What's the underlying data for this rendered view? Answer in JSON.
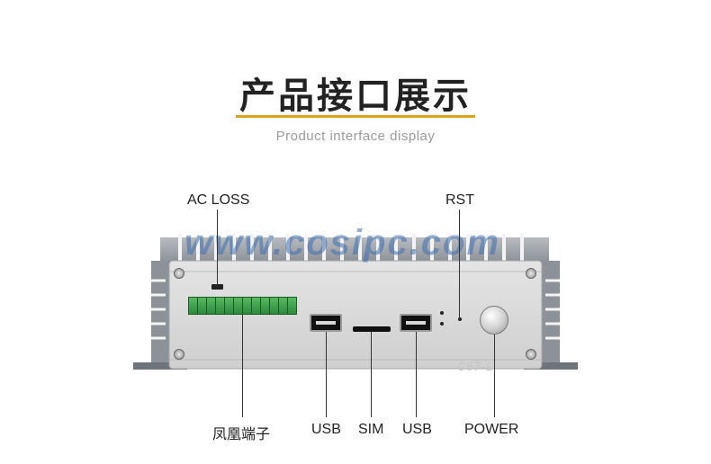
{
  "header": {
    "title": "产品接口展示",
    "subtitle": "Product interface display"
  },
  "watermark": "www.cosipc.com",
  "device": {
    "model_mark": "C57-L"
  },
  "labels": {
    "ac_loss": "AC LOSS",
    "rst": "RST",
    "phoenix_terminal": "凤凰端子",
    "usb_left": "USB",
    "sim": "SIM",
    "usb_right": "USB",
    "power": "POWER"
  },
  "colors": {
    "accent_rule": "#e1a21b",
    "terminal_block": "#2f8f3c",
    "watermark": "#3f6fb0"
  }
}
